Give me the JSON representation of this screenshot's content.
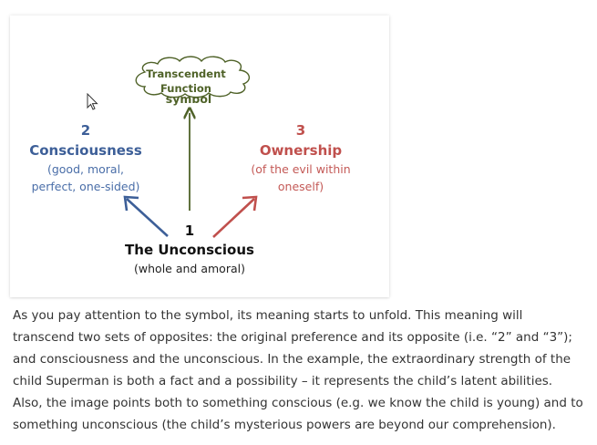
{
  "diagram": {
    "cloud": {
      "line1": "Transcendent",
      "line2": "Function",
      "behind_text": "symbol"
    },
    "node_2": {
      "number": "2",
      "title": "Consciousness",
      "desc1": "(good, moral,",
      "desc2": "perfect, one-sided)"
    },
    "node_3": {
      "number": "3",
      "title": "Ownership",
      "desc1": "(of the evil within",
      "desc2": "oneself)"
    },
    "node_1": {
      "number": "1",
      "title": "The Unconscious",
      "desc": "(whole and amoral)"
    },
    "colors": {
      "blue": "#3d5f98",
      "blue_light": "#4a6ea8",
      "red": "#c0504d",
      "red_light": "#c45a57",
      "green": "#4f6228",
      "black": "#111111",
      "cloud_stroke": "#4f6228"
    }
  },
  "paragraph": {
    "lines": [
      "As you pay attention to the symbol, its meaning starts to unfold. This meaning will",
      "transcend two sets of opposites: the original preference and its opposite (i.e. “2” and “3”);",
      "and consciousness and the unconscious. In the example, the extraordinary strength of the",
      "child Superman is both a fact and a possibility – it represents the child’s latent abilities.",
      "Also, the image points both to something conscious (e.g. we know the child is young) and to",
      "something unconscious (the child’s mysterious powers are beyond our comprehension)."
    ]
  }
}
